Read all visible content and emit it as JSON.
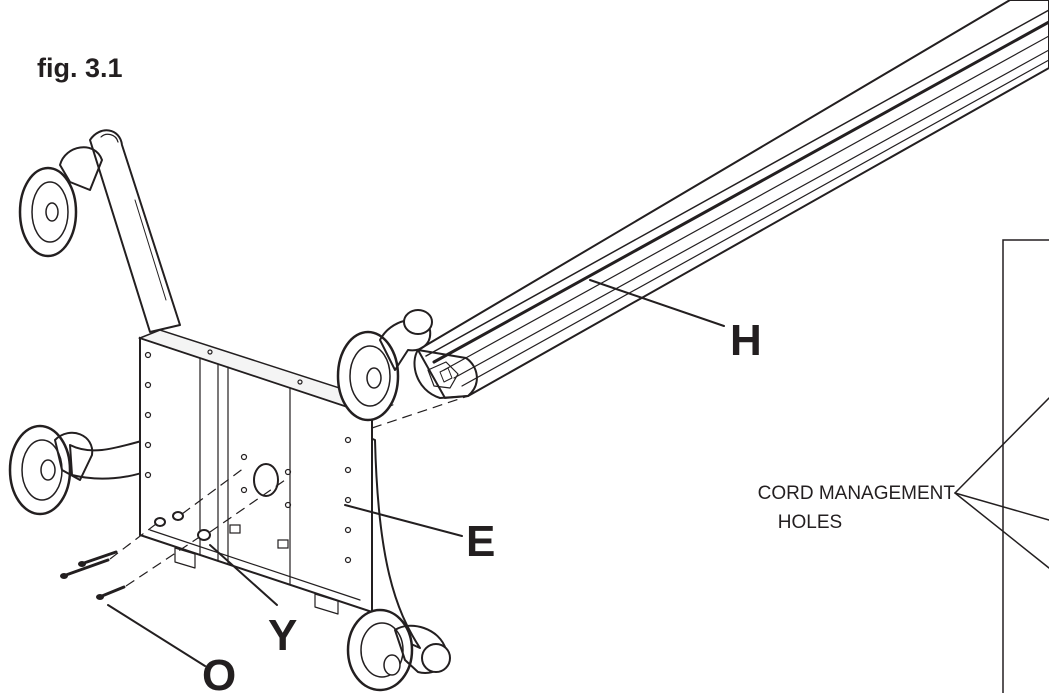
{
  "figure_label": "fig. 3.1",
  "labels": {
    "H": "H",
    "E": "E",
    "Y": "Y",
    "O": "O"
  },
  "callout": {
    "line1": "CORD MANAGEMENT",
    "line2": "HOLES"
  }
}
